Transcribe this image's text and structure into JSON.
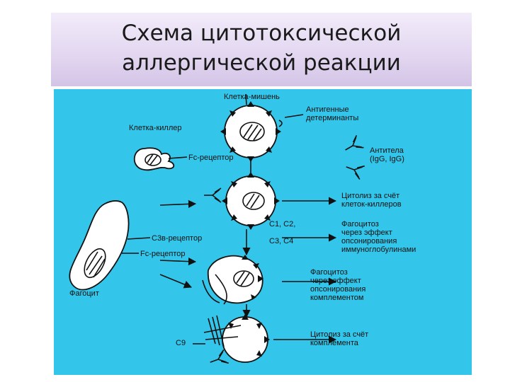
{
  "title": {
    "line1": "Схема цитотоксической",
    "line2": "аллергической реакции"
  },
  "diagram": {
    "labels": {
      "target_cell": "Клетка-мишень",
      "antigenic_det_1": "Антигенные",
      "antigenic_det_2": "детерминанты",
      "killer_cell": "Клетка-киллер",
      "fc_receptor_top": "Fc-рецептор",
      "antibodies_1": "Антитела",
      "antibodies_2": "(IgG, IgG)",
      "cytolysis_killers_1": "Цитолиз за счёт",
      "cytolysis_killers_2": "клеток-киллеров",
      "c1c2": "С1, С2,",
      "c3c4": "С3, С4",
      "c3b_receptor": "С3в-рецептор",
      "fc_receptor_left": "Fc-рецептор",
      "phagocytosis_ig_1": "Фагоцитоз",
      "phagocytosis_ig_2": "через эффект",
      "phagocytosis_ig_3": "опсонирования",
      "phagocytosis_ig_4": "иммуноглобулинами",
      "phagocyte": "Фагоцит",
      "phagocytosis_c_1": "Фагоцитоз",
      "phagocytosis_c_2": "через эффект",
      "phagocytosis_c_3": "опсонирования",
      "phagocytosis_c_4": "комплементом",
      "c9": "С9",
      "cytolysis_complement_1": "Цитолиз за счёт",
      "cytolysis_complement_2": "комплемента"
    },
    "colors": {
      "background": "#33c6ea",
      "title_band": "#e2d6f0",
      "ink": "#111111"
    }
  }
}
